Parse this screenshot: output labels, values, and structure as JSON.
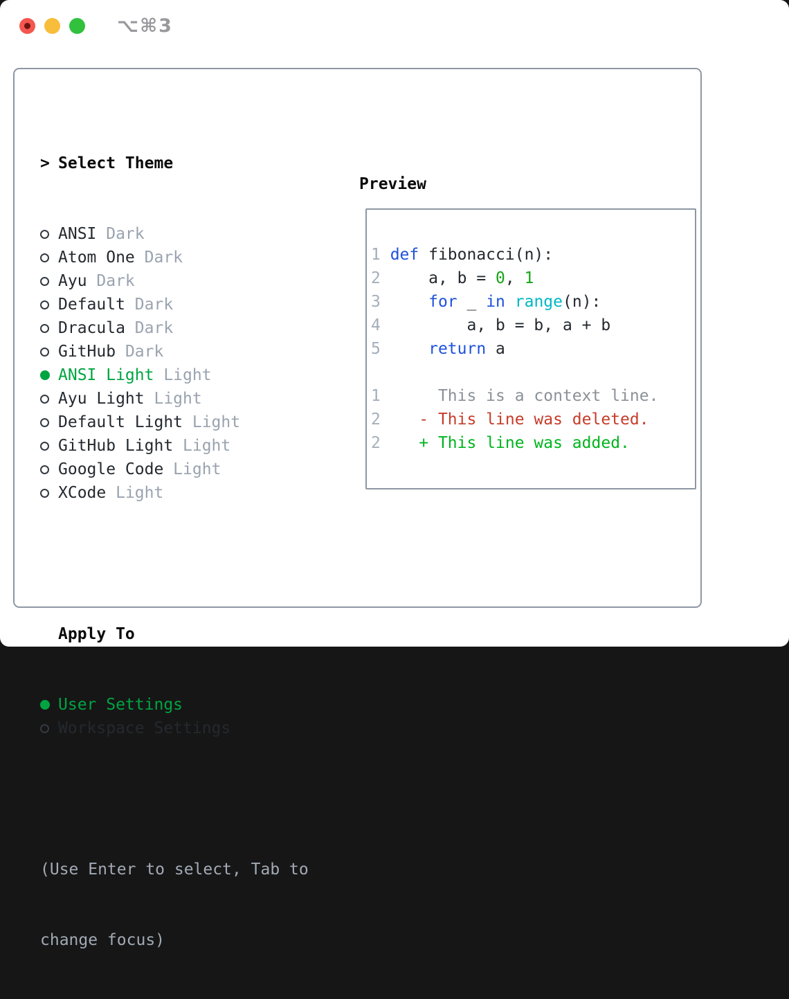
{
  "window": {
    "shortcut_label": "⌥⌘3",
    "traffic_lights": [
      {
        "name": "close",
        "color": "#f4574f",
        "has_dot": true
      },
      {
        "name": "minimize",
        "color": "#f7bd3b",
        "has_dot": false
      },
      {
        "name": "zoom",
        "color": "#31c13d",
        "has_dot": false
      }
    ]
  },
  "theme_panel": {
    "header": {
      "prompt": ">",
      "label": "Select Theme"
    },
    "items": [
      {
        "name": "ANSI",
        "variant": "Dark",
        "selected": false
      },
      {
        "name": "Atom One",
        "variant": "Dark",
        "selected": false
      },
      {
        "name": "Ayu",
        "variant": "Dark",
        "selected": false
      },
      {
        "name": "Default",
        "variant": "Dark",
        "selected": false
      },
      {
        "name": "Dracula",
        "variant": "Dark",
        "selected": false
      },
      {
        "name": "GitHub",
        "variant": "Dark",
        "selected": false
      },
      {
        "name": "ANSI Light",
        "variant": "Light",
        "selected": true
      },
      {
        "name": "Ayu Light",
        "variant": "Light",
        "selected": false
      },
      {
        "name": "Default Light",
        "variant": "Light",
        "selected": false
      },
      {
        "name": "GitHub Light",
        "variant": "Light",
        "selected": false
      },
      {
        "name": "Google Code",
        "variant": "Light",
        "selected": false
      },
      {
        "name": "XCode",
        "variant": "Light",
        "selected": false
      }
    ],
    "apply_to": {
      "header": "Apply To",
      "options": [
        {
          "label": "User Settings",
          "selected": true
        },
        {
          "label": "Workspace Settings",
          "selected": false
        }
      ]
    },
    "help_lines": [
      "(Use Enter to select, Tab to",
      "change focus)"
    ]
  },
  "preview_panel": {
    "header": "Preview",
    "lines": [
      {
        "num": "1",
        "tokens": [
          {
            "t": "def",
            "c": "keyword"
          },
          {
            "t": " fibonacci(n):",
            "c": "plain"
          }
        ]
      },
      {
        "num": "2",
        "tokens": [
          {
            "t": "    a, b = ",
            "c": "plain"
          },
          {
            "t": "0",
            "c": "number"
          },
          {
            "t": ", ",
            "c": "plain"
          },
          {
            "t": "1",
            "c": "number"
          }
        ]
      },
      {
        "num": "3",
        "tokens": [
          {
            "t": "    ",
            "c": "plain"
          },
          {
            "t": "for",
            "c": "keyword"
          },
          {
            "t": " _ ",
            "c": "plain"
          },
          {
            "t": "in",
            "c": "keyword"
          },
          {
            "t": " ",
            "c": "plain"
          },
          {
            "t": "range",
            "c": "builtin"
          },
          {
            "t": "(n):",
            "c": "plain"
          }
        ]
      },
      {
        "num": "4",
        "tokens": [
          {
            "t": "        a, b = b, a + b",
            "c": "plain"
          }
        ]
      },
      {
        "num": "5",
        "tokens": [
          {
            "t": "    ",
            "c": "plain"
          },
          {
            "t": "return",
            "c": "keyword"
          },
          {
            "t": " a",
            "c": "plain"
          }
        ]
      },
      {
        "num": "",
        "tokens": []
      },
      {
        "num": "1",
        "tokens": [
          {
            "t": "     This is a context line.",
            "c": "context"
          }
        ]
      },
      {
        "num": "2",
        "tokens": [
          {
            "t": "   - This line was deleted.",
            "c": "removed"
          }
        ]
      },
      {
        "num": "2",
        "tokens": [
          {
            "t": "   + This line was added.",
            "c": "added"
          }
        ]
      }
    ]
  },
  "colors": {
    "selection_green": "#00a441",
    "keyword_blue": "#1e52dd",
    "builtin_cyan": "#00b7c6",
    "number_green": "#16a416",
    "diff_removed_red": "#c63c2a",
    "diff_added_green": "#00b41e",
    "context_gray": "#8b9199",
    "gutter_gray": "#a4aeba",
    "variant_gray": "#99a3af",
    "help_gray": "#a2aab5",
    "border_gray": "#8d97a3",
    "text_dark": "#24292f",
    "traffic_red": "#f4574f",
    "traffic_yellow": "#f7bd3b",
    "traffic_green": "#31c13d"
  }
}
